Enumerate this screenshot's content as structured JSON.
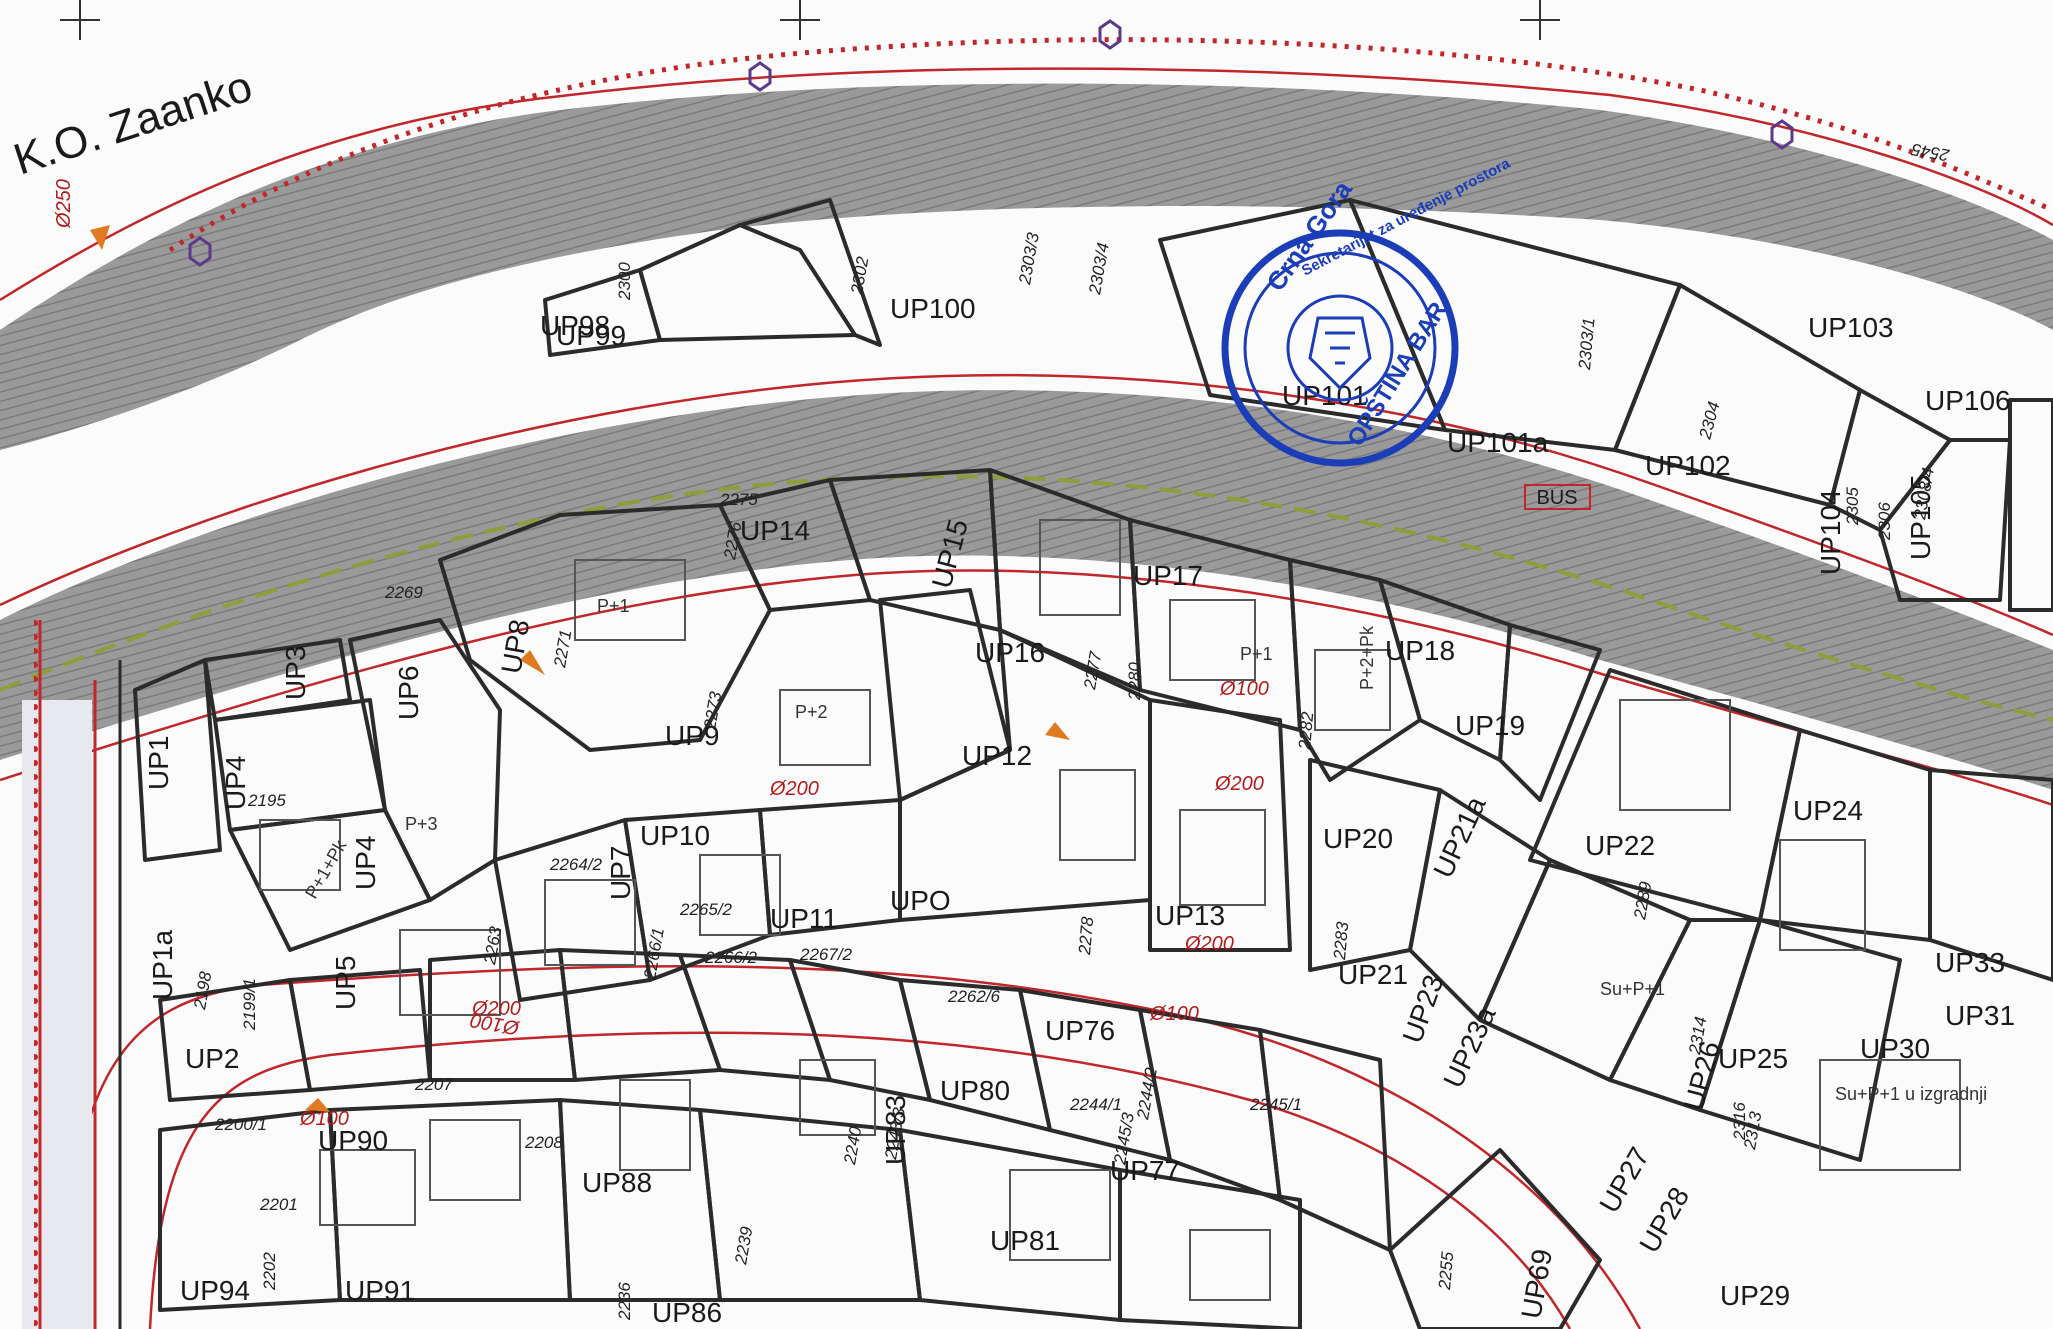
{
  "map": {
    "district_label": "K.O. Zaanko",
    "plots": [
      "UP1",
      "UP1a",
      "UP2",
      "UP3",
      "UP4",
      "UP4",
      "UP5",
      "UP6",
      "UP7",
      "UP8",
      "UP9",
      "UP10",
      "UP11",
      "UP12",
      "UP13",
      "UP14",
      "UP15",
      "UP16",
      "UP17",
      "UP18",
      "UP19",
      "UP20",
      "UP21",
      "UP21a",
      "UP22",
      "UP23",
      "UP23a",
      "UP24",
      "UP25",
      "UP26",
      "UP27",
      "UP28",
      "UP29",
      "UP30",
      "UP31",
      "UP33",
      "UP69",
      "UP76",
      "UP77",
      "UP80",
      "UP81",
      "UP83",
      "UP86",
      "UP88",
      "UP90",
      "UP91",
      "UP94",
      "UP98",
      "UP99",
      "UP100",
      "UP101",
      "UP101a",
      "UP102",
      "UP103",
      "UP104",
      "UP105",
      "UP106",
      "UPO"
    ],
    "parcels": [
      "2300",
      "2302",
      "2303/1",
      "2303/3",
      "2303/4",
      "2304",
      "2305",
      "2306",
      "2308/4",
      "2275",
      "2276",
      "2277",
      "2278",
      "2280",
      "2282",
      "2283",
      "2269",
      "2271",
      "2273",
      "2264/2",
      "2265/2",
      "2266/1",
      "2266/2",
      "2262/6",
      "2263",
      "2267/2",
      "2199/1",
      "2200/1",
      "2201",
      "2202",
      "2207",
      "2208",
      "2236",
      "2239",
      "2240",
      "2243/3",
      "2244/1",
      "2244/2",
      "2245/1",
      "2245/3",
      "2255",
      "2289",
      "2313",
      "2314",
      "2316",
      "2195",
      "2198",
      "2545"
    ],
    "floor_labels": [
      "P+1",
      "P+2",
      "P+3",
      "P+1+Pk",
      "P+2+Pk",
      "Su+P+1",
      "Su+P+1 u izgradnji",
      "P+1"
    ],
    "pipe_labels": [
      "Ø250",
      "Ø200",
      "Ø200",
      "Ø200",
      "Ø200",
      "Ø100",
      "Ø100",
      "Ø100",
      "Ø100"
    ],
    "bus_label": "BUS",
    "stamp": {
      "line1": "Crna Gora",
      "line2": "Sekretarijat za uređenje prostora",
      "line3": "OPŠTINA BAR"
    },
    "colors": {
      "road_band": "#8d8d8d",
      "parcel_line": "#2b2b2b",
      "red_line": "#c0262a",
      "stamp_blue": "#1b3db8",
      "dash_green": "#8f9d3a"
    }
  }
}
